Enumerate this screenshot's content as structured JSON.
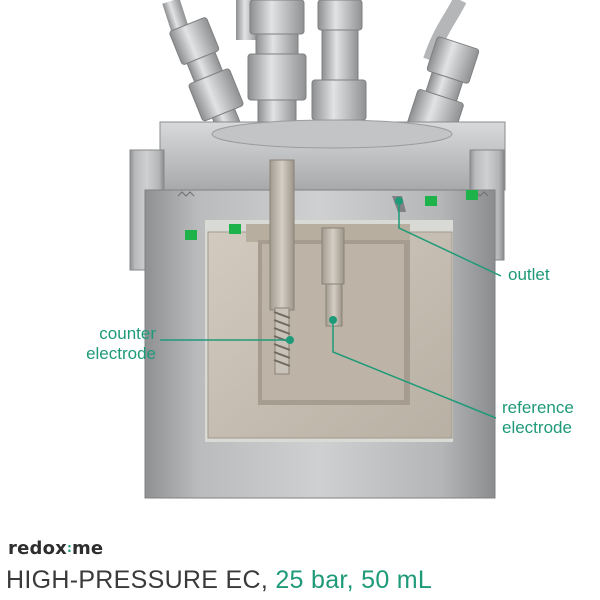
{
  "labels": {
    "outlet": "outlet",
    "counter_electrode": [
      "counter",
      "electrode"
    ],
    "reference_electrode": [
      "reference",
      "electrode"
    ]
  },
  "brand": {
    "name_part1": "redox",
    "name_part2": "me"
  },
  "caption": {
    "main": "HIGH-PRESSURE EC,",
    "specs": "25 bar, 50 mL"
  },
  "colors": {
    "accent": "#1f9a79",
    "seal": "#1db34a",
    "steel": "#a9abad",
    "ptfe": "#c9c0b4"
  }
}
